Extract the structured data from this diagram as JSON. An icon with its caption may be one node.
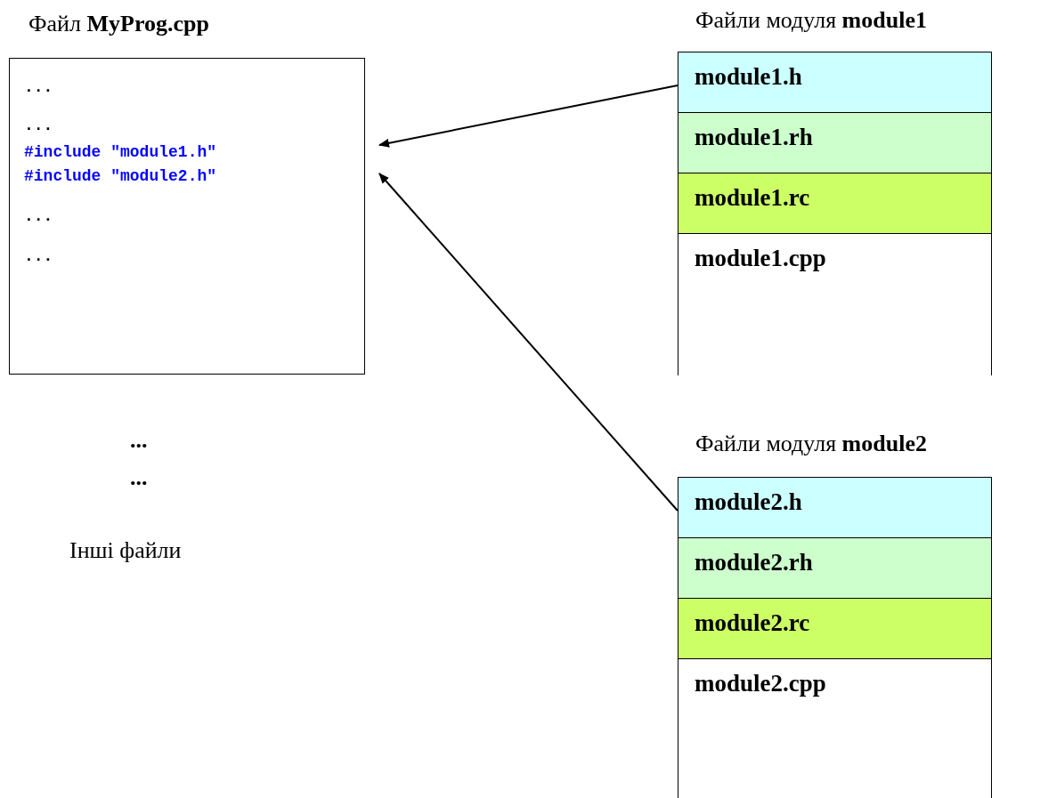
{
  "diagram": {
    "nodes": [
      {
        "text": [
          "Файл **MyProg.cpp**",
          "...",
          "...",
          "#include \"module1.h\"",
          "#include \"module2.h\"",
          "...",
          "..."
        ]
      },
      {
        "text": [
          "Файли модуля **module1**"
        ]
      },
      {
        "text": [
          "module1.h"
        ],
        "in": 1
      },
      {
        "text": [
          "module1.rh"
        ],
        "in": 1
      },
      {
        "text": [
          "module1.rc"
        ],
        "in": 1
      },
      {
        "text": [
          "module1.cpp"
        ],
        "in": 1
      },
      {
        "text": [
          "Файли модуля **module2**"
        ]
      },
      {
        "text": [
          "module2.h"
        ],
        "in": 6
      },
      {
        "text": [
          "module2.rh"
        ],
        "in": 6
      },
      {
        "text": [
          "module2.rc"
        ],
        "in": 6
      },
      {
        "text": [
          "module2.cpp"
        ],
        "in": 6
      }
    ],
    "edges": [
      {
        "from": 2,
        "to": 0,
        "arrow": "to"
      },
      {
        "from": 7,
        "to": 0,
        "arrow": "to"
      }
    ],
    "labels": [
      "...",
      "...",
      "Інші файли"
    ]
  }
}
